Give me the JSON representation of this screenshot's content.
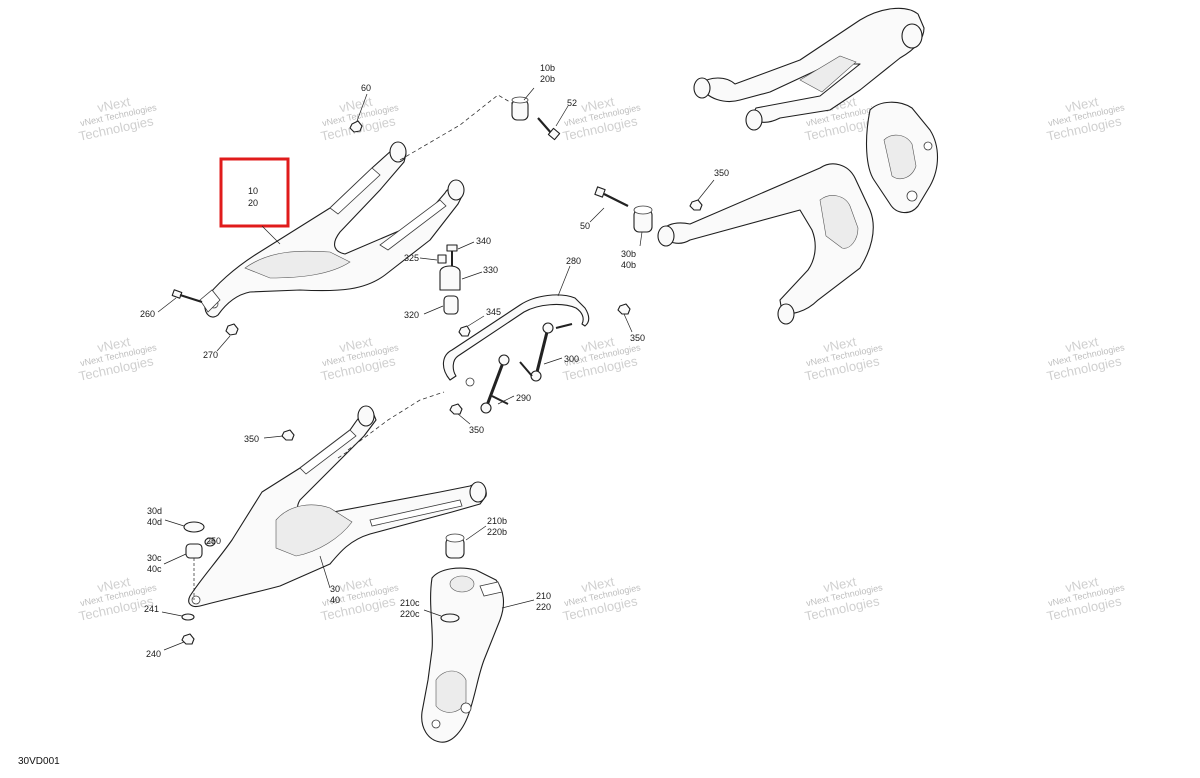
{
  "diagram": {
    "code": "30VD001",
    "highlight": {
      "lines": [
        "10",
        "20"
      ]
    },
    "callouts": {
      "c60": "60",
      "c10b": "10b",
      "c20b": "20b",
      "c52": "52",
      "c260": "260",
      "c270": "270",
      "c340": "340",
      "c325": "325",
      "c330": "330",
      "c320": "320",
      "c345": "345",
      "c280": "280",
      "c350a": "350",
      "c350b": "350",
      "c350c": "350",
      "c350d": "350",
      "c50": "50",
      "c30b": "30b",
      "c40b": "40b",
      "c300": "300",
      "c290": "290",
      "c30d": "30d",
      "c40d": "40d",
      "c250": "250",
      "c30c": "30c",
      "c40c": "40c",
      "c241": "241",
      "c240": "240",
      "c30": "30",
      "c40": "40",
      "c210b": "210b",
      "c220b": "220b",
      "c210": "210",
      "c220": "220",
      "c210c": "210c",
      "c220c": "220c"
    },
    "watermark": {
      "line1": "vNext Technologies",
      "line2": "vNext",
      "line3": "Technologies"
    }
  }
}
